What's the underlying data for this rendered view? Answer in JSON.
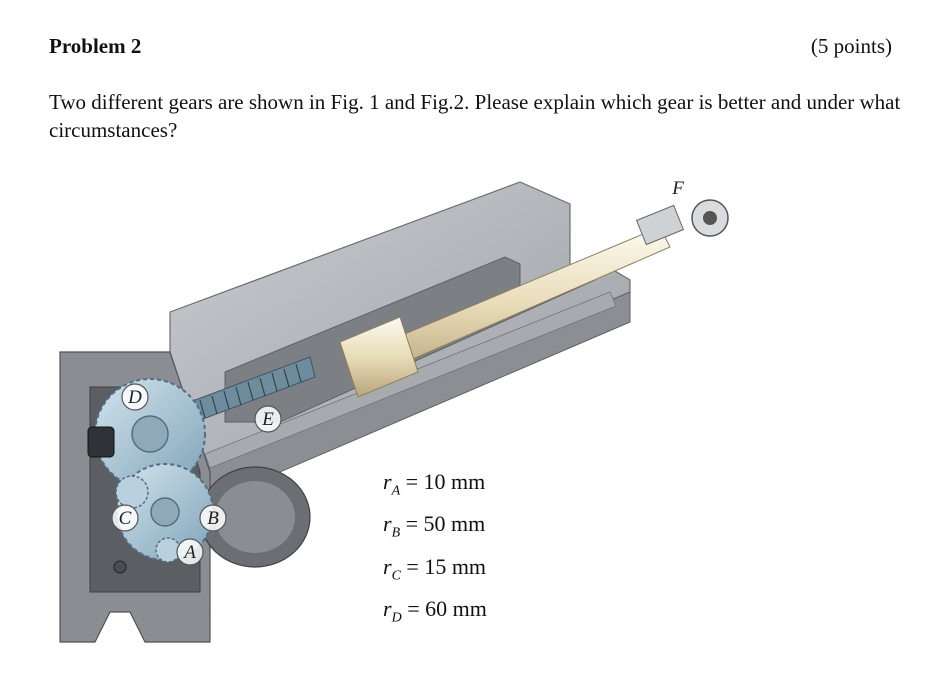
{
  "problem": {
    "title": "Problem 2",
    "points": "(5 points)",
    "question": "Two different gears are shown in Fig. 1 and Fig.2. Please explain which gear is better and under what circumstances?"
  },
  "figure": {
    "labels": {
      "A": "A",
      "B": "B",
      "C": "C",
      "D": "D",
      "E": "E",
      "F": "F"
    },
    "radii": [
      {
        "symbol": "r",
        "sub": "A",
        "value": "= 10 mm"
      },
      {
        "symbol": "r",
        "sub": "B",
        "value": "= 50 mm"
      },
      {
        "symbol": "r",
        "sub": "C",
        "value": "= 15 mm"
      },
      {
        "symbol": "r",
        "sub": "D",
        "value": "= 60 mm"
      }
    ]
  },
  "colors": {
    "housing_light": "#b9bcc0",
    "housing_mid": "#8e9296",
    "housing_dark": "#5d6165",
    "gear_blue": "#a9c6d6",
    "rod_cream": "#efe6cc"
  }
}
